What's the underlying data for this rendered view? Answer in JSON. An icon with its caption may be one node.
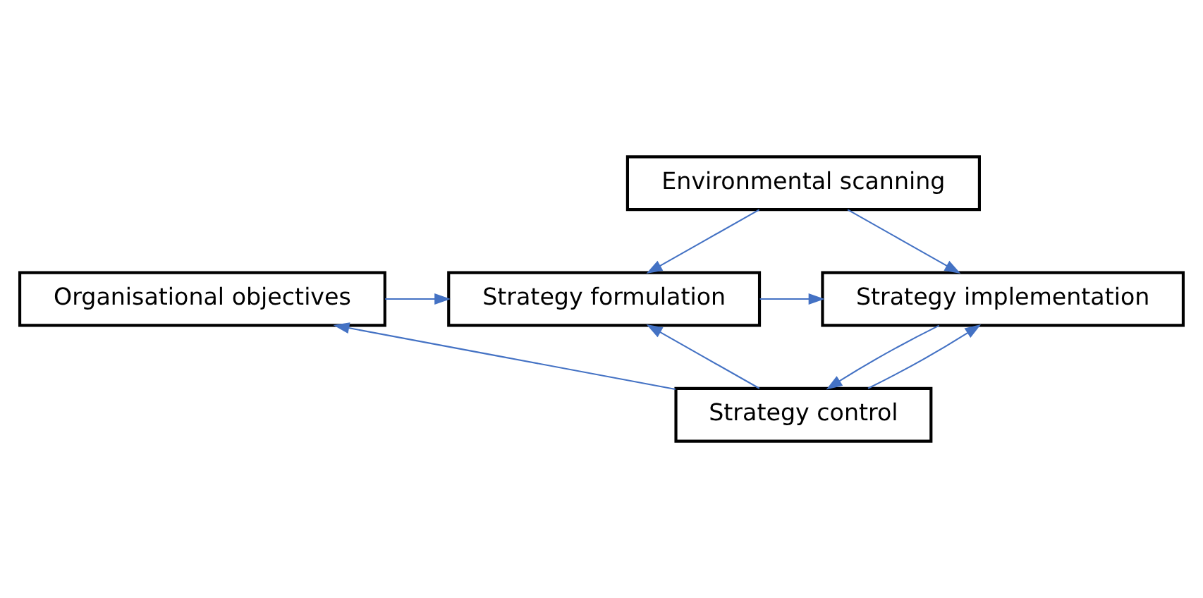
{
  "diagram": {
    "nodes": [
      {
        "text": [
          "Environmental scanning"
        ]
      },
      {
        "text": [
          "Organisational objectives"
        ]
      },
      {
        "text": [
          "Strategy formulation"
        ]
      },
      {
        "text": [
          "Strategy implementation"
        ]
      },
      {
        "text": [
          "Strategy control"
        ]
      }
    ],
    "edges": [
      {
        "from": 0,
        "to": 2,
        "arrow": "to"
      },
      {
        "from": 0,
        "to": 3,
        "arrow": "to"
      },
      {
        "from": 1,
        "to": 2,
        "arrow": "to"
      },
      {
        "from": 2,
        "to": 3,
        "arrow": "to"
      },
      {
        "from": 3,
        "to": 4,
        "arrow": "to"
      },
      {
        "from": 4,
        "to": 2,
        "arrow": "to"
      },
      {
        "from": 4,
        "to": 3,
        "arrow": "to"
      },
      {
        "from": 4,
        "to": 1,
        "arrow": "to"
      }
    ]
  }
}
